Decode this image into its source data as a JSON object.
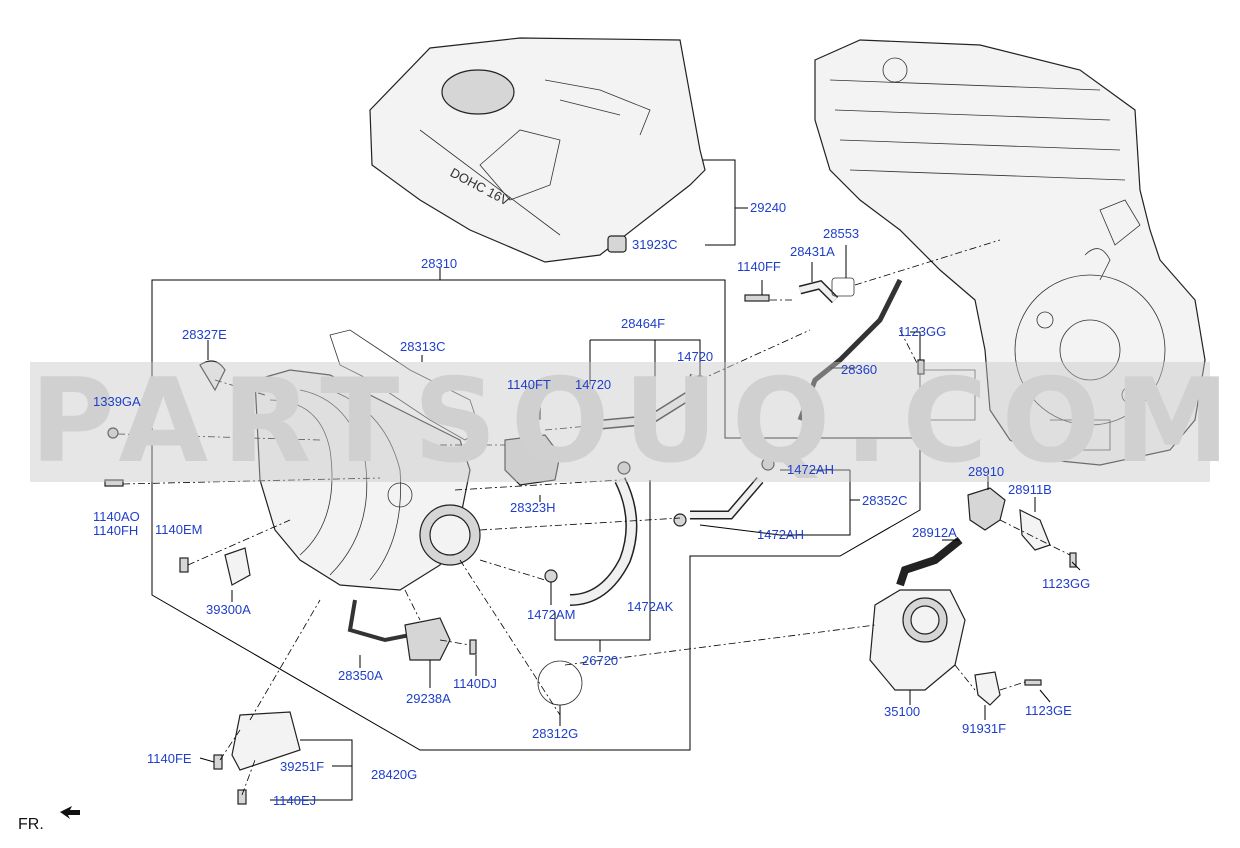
{
  "watermark": "PARTSOUQ.COM",
  "orientation": "FR.",
  "cover_text": "DOHC 16V",
  "callouts": {
    "p29240": "29240",
    "p31923C": "31923C",
    "p28310": "28310",
    "p28553": "28553",
    "p28431A": "28431A",
    "p1140FF": "1140FF",
    "p28327E": "28327E",
    "p28313C": "28313C",
    "p28464F": "28464F",
    "p1123GG_a": "1123GG",
    "p14720_a": "14720",
    "p14720_b": "14720",
    "p1140FT": "1140FT",
    "p28360": "28360",
    "p1339GA": "1339GA",
    "p1472AH_a": "1472AH",
    "p28352C": "28352C",
    "p1472AH_b": "1472AH",
    "p28323H": "28323H",
    "p28910": "28910",
    "p28911B": "28911B",
    "p1140AO": "1140AO",
    "p1140FH": "1140FH",
    "p1140EM": "1140EM",
    "p28912A": "28912A",
    "p1123GG_b": "1123GG",
    "p39300A": "39300A",
    "p1472AM": "1472AM",
    "p1472AK": "1472AK",
    "p26720": "26720",
    "p28350A": "28350A",
    "p1140DJ": "1140DJ",
    "p29238A": "29238A",
    "p35100": "35100",
    "p1123GE": "1123GE",
    "p91931F": "91931F",
    "p28312G": "28312G",
    "p1140FE": "1140FE",
    "p39251F": "39251F",
    "p28420G": "28420G",
    "p1140EJ": "1140EJ"
  },
  "colors": {
    "callout_text": "#1f3fc9",
    "line": "#000000",
    "watermark": "#c8c8c8"
  }
}
